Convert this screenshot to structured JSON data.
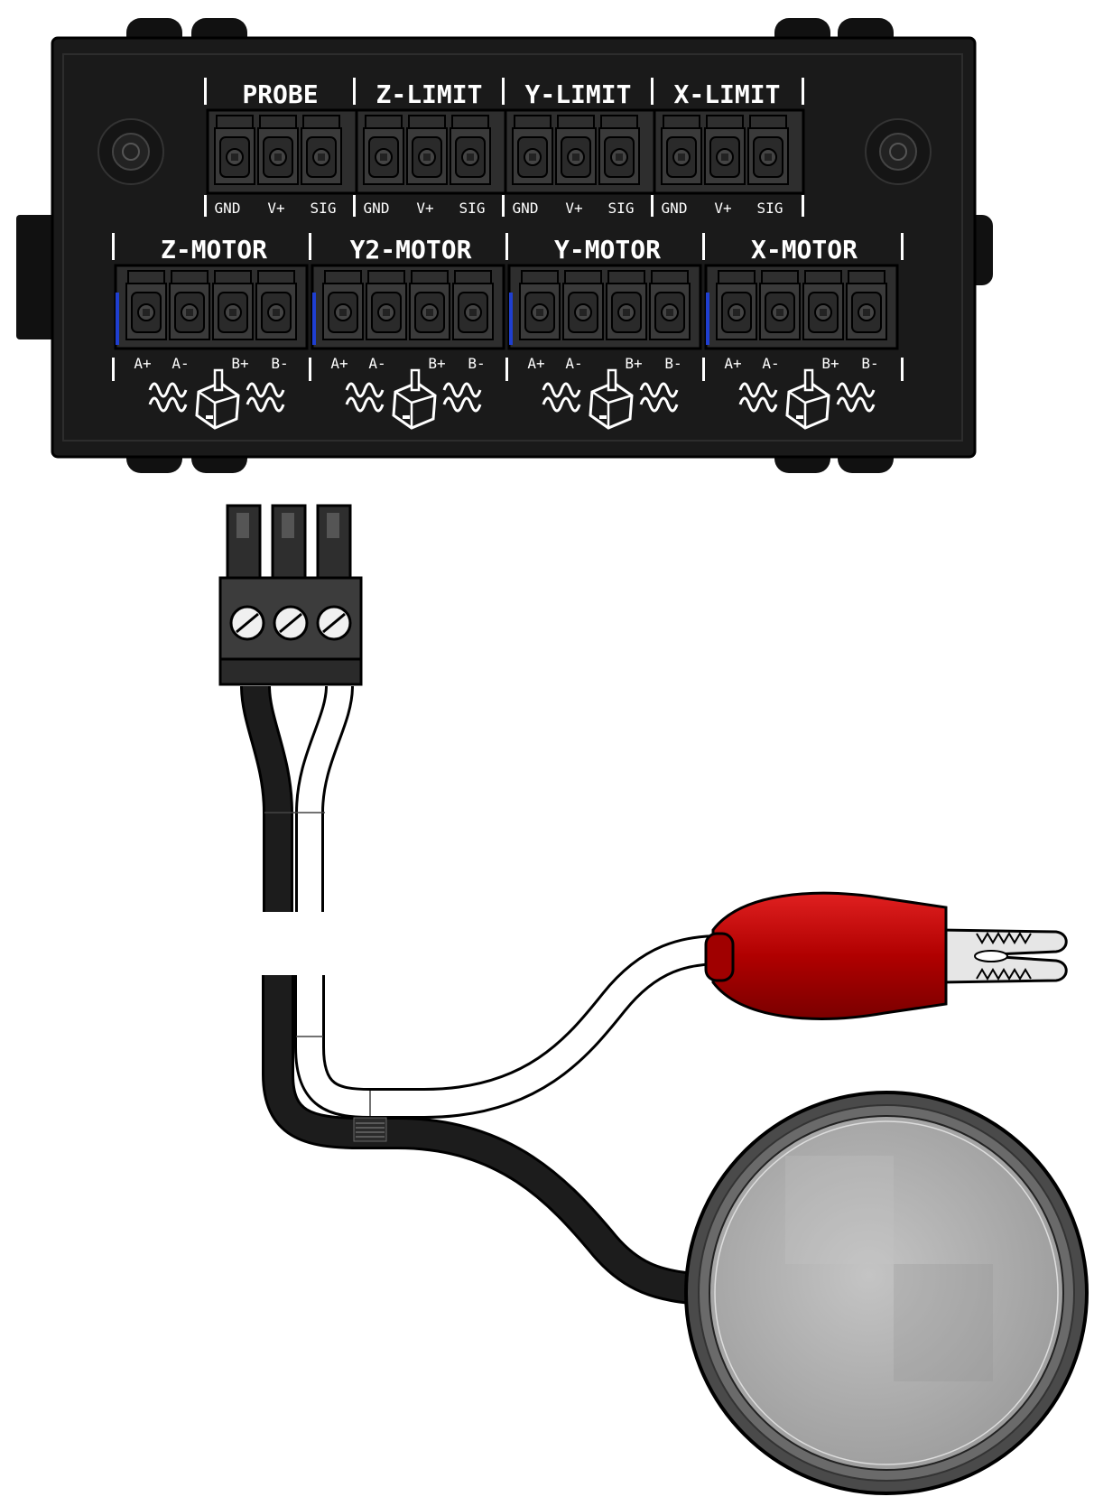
{
  "controller": {
    "limit_ports": [
      {
        "name": "PROBE",
        "pins": [
          "GND",
          "V+",
          "SIG"
        ]
      },
      {
        "name": "Z-LIMIT",
        "pins": [
          "GND",
          "V+",
          "SIG"
        ]
      },
      {
        "name": "Y-LIMIT",
        "pins": [
          "GND",
          "V+",
          "SIG"
        ]
      },
      {
        "name": "X-LIMIT",
        "pins": [
          "GND",
          "V+",
          "SIG"
        ]
      }
    ],
    "motor_ports": [
      {
        "name": "Z-MOTOR",
        "pins": [
          "A+",
          "A-",
          "B+",
          "B-"
        ]
      },
      {
        "name": "Y2-MOTOR",
        "pins": [
          "A+",
          "A-",
          "B+",
          "B-"
        ]
      },
      {
        "name": "Y-MOTOR",
        "pins": [
          "A+",
          "A-",
          "B+",
          "B-"
        ]
      },
      {
        "name": "X-MOTOR",
        "pins": [
          "A+",
          "A-",
          "B+",
          "B-"
        ]
      }
    ]
  },
  "colors": {
    "enclosure": "#1a1a1a",
    "terminal": "#3a3a3a",
    "clip": "#c80000",
    "wire_black": "#1c1c1c",
    "wire_white": "#ffffff",
    "probe_plate": "#b4b4b4"
  }
}
